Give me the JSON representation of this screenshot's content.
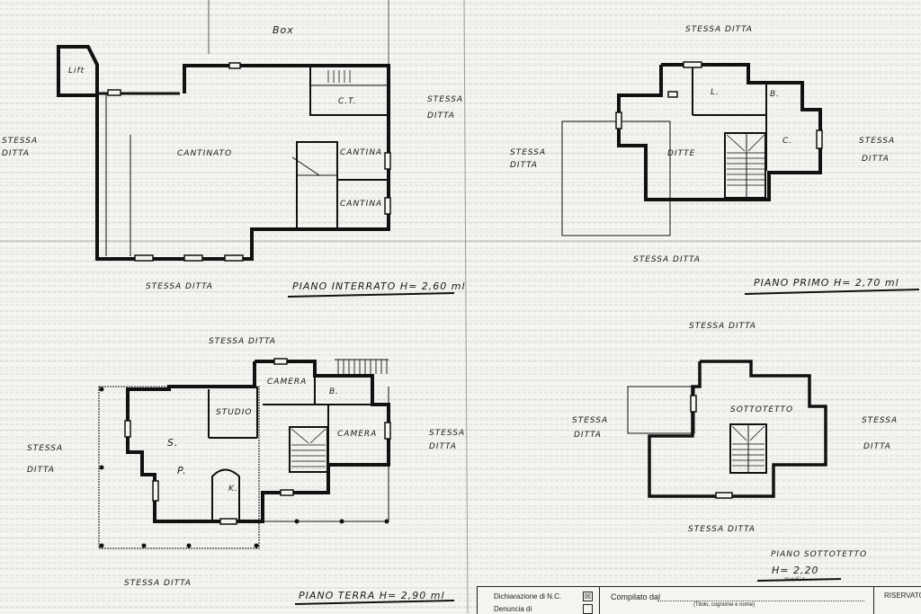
{
  "sheet": {
    "box_label": "Box",
    "neighbors": {
      "top_right": "STESSA DITTA",
      "basement_right_1": "STESSA",
      "basement_right_2": "DITTA",
      "basement_left_1": "STESSA",
      "basement_left_2": "DITTA",
      "basement_bottom": "STESSA DITTA",
      "first_left_1": "STESSA",
      "first_left_2": "DITTA",
      "first_right_1": "STESSA",
      "first_right_2": "DITTA",
      "first_bottom": "STESSA DITTA",
      "ground_top": "STESSA DITTA",
      "ground_left_1": "STESSA",
      "ground_left_2": "DITTA",
      "ground_right_1": "STESSA",
      "ground_right_2": "DITTA",
      "ground_bottom": "STESSA DITTA",
      "attic_top": "STESSA DITTA",
      "attic_left_1": "STESSA",
      "attic_left_2": "DITTA",
      "attic_right_1": "STESSA",
      "attic_right_2": "DITTA",
      "attic_bottom": "STESSA DITTA"
    },
    "rooms": {
      "lift": "Lift",
      "ct": "C.T.",
      "cantinato": "CANTINATO",
      "cantina_1": "CANTINA",
      "cantina_2": "CANTINA",
      "first_l": "L.",
      "first_b": "B.",
      "first_c": "C.",
      "first_d": "DITTE",
      "ground_camera_1": "CAMERA",
      "ground_b": "B.",
      "ground_studio": "STUDIO",
      "ground_camera_2": "CAMERA",
      "ground_s": "S.",
      "ground_p": "P.",
      "ground_k": "K.",
      "attic": "SOTTOTETTO"
    },
    "titles": {
      "basement": "PIANO INTERRATO H= 2,60 ml",
      "first": "PIANO PRIMO H= 2,70 ml",
      "ground": "PIANO TERRA H= 2,90 ml",
      "attic_1": "PIANO SOTTOTETTO",
      "attic_2": "H= 2,20",
      "attic_2_sub": "media"
    }
  },
  "titleblock": {
    "declaration": "Dichiarazione di N.C.",
    "declaration_mark": "☒",
    "declaration_2": "Denuncia di",
    "compiled_by": "Compilato dal",
    "compiled_sub": "(Titolo, cognome e nome)",
    "reserved": "RISERVATO"
  }
}
